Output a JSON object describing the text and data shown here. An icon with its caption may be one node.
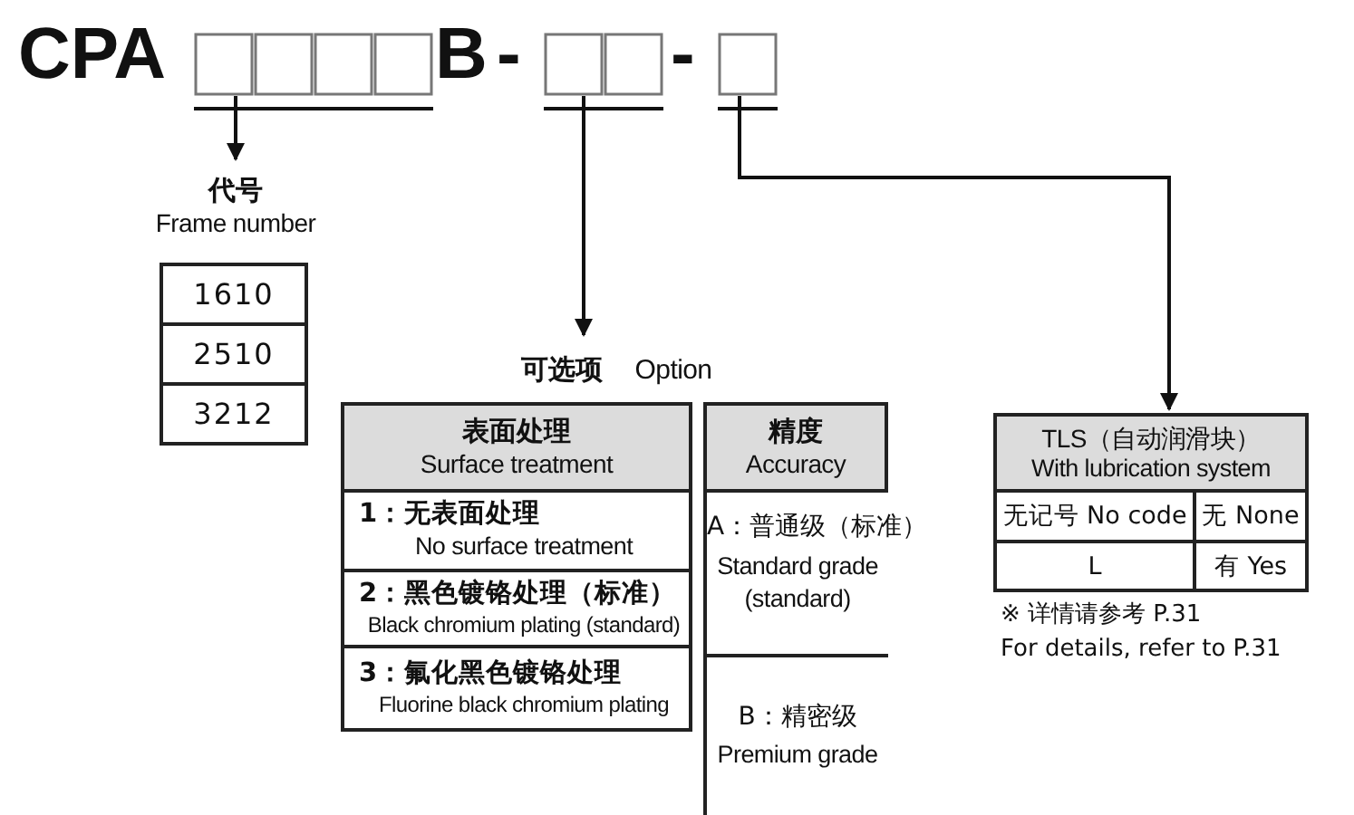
{
  "diagram": {
    "nodes": [
      {
        "text": [],
        "shape": "box"
      },
      {
        "text": [],
        "shape": "box"
      },
      {
        "text": [],
        "shape": "box"
      },
      {
        "text": [
          "代号",
          "Frame number"
        ]
      },
      {
        "text": [
          "可选项",
          "Option"
        ]
      },
      {
        "text": [
          "表面处理",
          "Surface treatment"
        ]
      },
      {
        "text": [
          "精度",
          "Accuracy"
        ]
      },
      {
        "text": [
          "TLS（自动润滑块）",
          "With lubrication system"
        ]
      }
    ],
    "edges": [
      {
        "from": 0,
        "to": 3,
        "arrow": "to"
      },
      {
        "from": 1,
        "to": 4,
        "arrow": "to"
      },
      {
        "from": 2,
        "to": 7,
        "arrow": "to"
      }
    ],
    "labels": [
      "CPA",
      "B",
      "-",
      "-",
      "1610",
      "2510",
      "3212",
      "1：无表面处理",
      "No surface treatment",
      "2：黑色镀铬处理（标准）",
      "Black chromium plating (standard)",
      "3：氟化黑色镀铬处理",
      "Fluorine black chromium plating",
      "A：普通级（标准）",
      "Standard grade (standard)",
      "B：精密级",
      "Premium grade",
      "无记号 No code",
      "无 None",
      "L",
      "有 Yes",
      "※ 详情请参考 P.31",
      "For details, refer to P.31"
    ]
  }
}
